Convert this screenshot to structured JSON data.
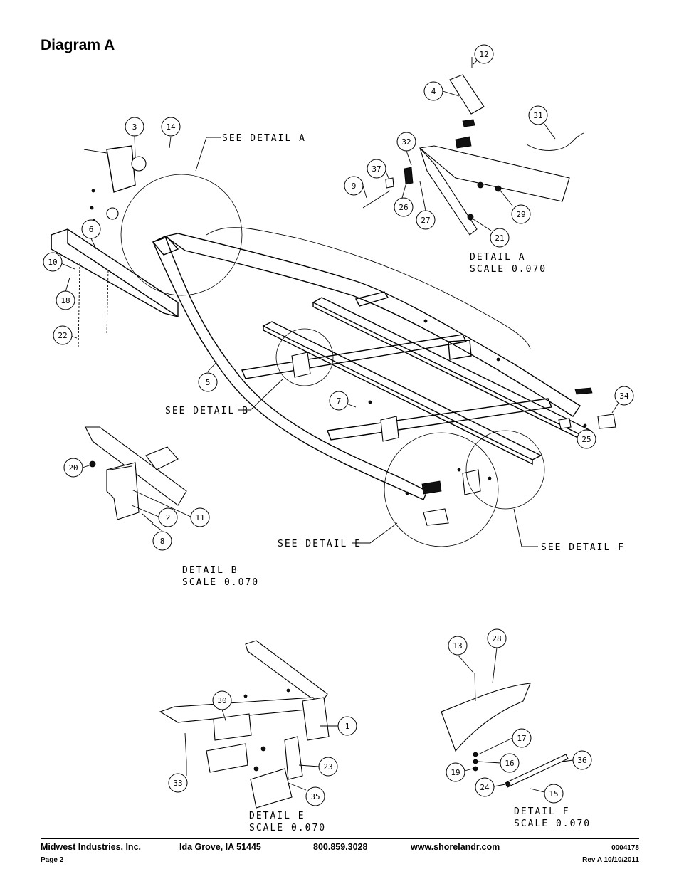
{
  "title": "Diagram A",
  "callouts": [
    {
      "id": "c12",
      "text": "12"
    },
    {
      "id": "c4",
      "text": "4"
    },
    {
      "id": "c31",
      "text": "31"
    },
    {
      "id": "c32",
      "text": "32"
    },
    {
      "id": "c37",
      "text": "37"
    },
    {
      "id": "c9",
      "text": "9"
    },
    {
      "id": "c26",
      "text": "26"
    },
    {
      "id": "c27",
      "text": "27"
    },
    {
      "id": "c29",
      "text": "29"
    },
    {
      "id": "c21",
      "text": "21"
    },
    {
      "id": "c3",
      "text": "3"
    },
    {
      "id": "c14",
      "text": "14"
    },
    {
      "id": "c6",
      "text": "6"
    },
    {
      "id": "c10",
      "text": "10"
    },
    {
      "id": "c18",
      "text": "18"
    },
    {
      "id": "c22",
      "text": "22"
    },
    {
      "id": "c5",
      "text": "5"
    },
    {
      "id": "c7",
      "text": "7"
    },
    {
      "id": "c34",
      "text": "34"
    },
    {
      "id": "c25",
      "text": "25"
    },
    {
      "id": "c20",
      "text": "20"
    },
    {
      "id": "c11",
      "text": "11"
    },
    {
      "id": "c2",
      "text": "2"
    },
    {
      "id": "c8",
      "text": "8"
    },
    {
      "id": "c13",
      "text": "13"
    },
    {
      "id": "c28",
      "text": "28"
    },
    {
      "id": "c30",
      "text": "30"
    },
    {
      "id": "c1",
      "text": "1"
    },
    {
      "id": "c17",
      "text": "17"
    },
    {
      "id": "c36",
      "text": "36"
    },
    {
      "id": "c16",
      "text": "16"
    },
    {
      "id": "c19",
      "text": "19"
    },
    {
      "id": "c24",
      "text": "24"
    },
    {
      "id": "c15",
      "text": "15"
    },
    {
      "id": "c23",
      "text": "23"
    },
    {
      "id": "c33",
      "text": "33"
    },
    {
      "id": "c35",
      "text": "35"
    }
  ],
  "labels": {
    "see_detail_a": "SEE DETAIL A",
    "see_detail_b": "SEE DETAIL B",
    "see_detail_e": "SEE DETAIL E",
    "see_detail_f": "SEE DETAIL F",
    "detail_a": "DETAIL A",
    "detail_b": "DETAIL B",
    "detail_e": "DETAIL E",
    "detail_f": "DETAIL F",
    "scale": "SCALE 0.070"
  },
  "footer": {
    "company": "Midwest Industries, Inc.",
    "city": "Ida Grove, IA  51445",
    "phone": "800.859.3028",
    "website": "www.shorelandr.com",
    "doc_number": "0004178",
    "page": "Page 2",
    "revision": "Rev A  10/10/2011"
  }
}
